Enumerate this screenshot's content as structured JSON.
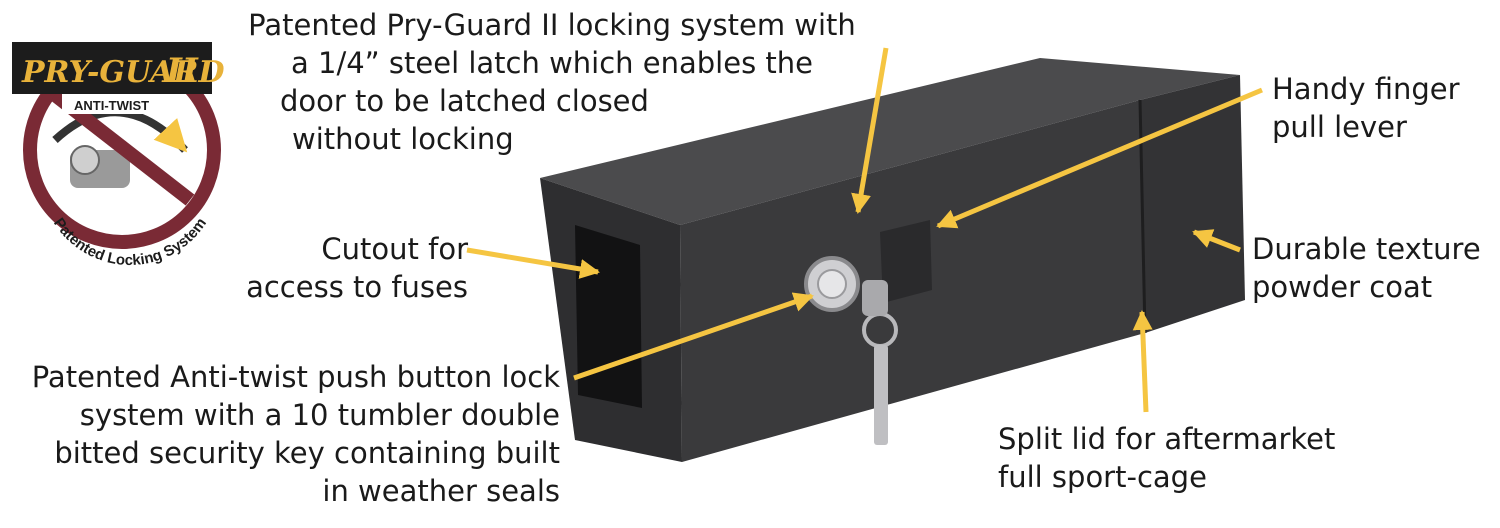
{
  "badge": {
    "brand": "PRY-GUARD",
    "brand_suffix": "II",
    "stripe_text": "ANTI-TWIST",
    "ring_text": "Patented Locking System"
  },
  "callouts": {
    "pry_guard": [
      "Patented Pry-Guard II locking system with",
      "a 1/4” steel latch which enables the",
      "door to be latched closed",
      "without locking"
    ],
    "finger_pull": [
      "Handy finger",
      "pull lever"
    ],
    "cutout": [
      "Cutout for",
      "access to fuses"
    ],
    "texture": [
      "Durable texture",
      "powder coat"
    ],
    "anti_twist": [
      "Patented Anti-twist push button lock",
      "system with a 10 tumbler  double",
      "bitted security key containing built",
      "in weather seals"
    ],
    "split_lid": [
      "Split lid for aftermarket",
      "full sport-cage"
    ]
  },
  "colors": {
    "arrow": "#f5c542",
    "text": "#1a1a1a",
    "box_dark": "#2b2b2d",
    "box_mid": "#3a3a3c",
    "box_light": "#4a4a4c",
    "badge_ring": "#7a2a35",
    "badge_banner": "#1c1c1c",
    "badge_gold": "#e8b23a"
  }
}
